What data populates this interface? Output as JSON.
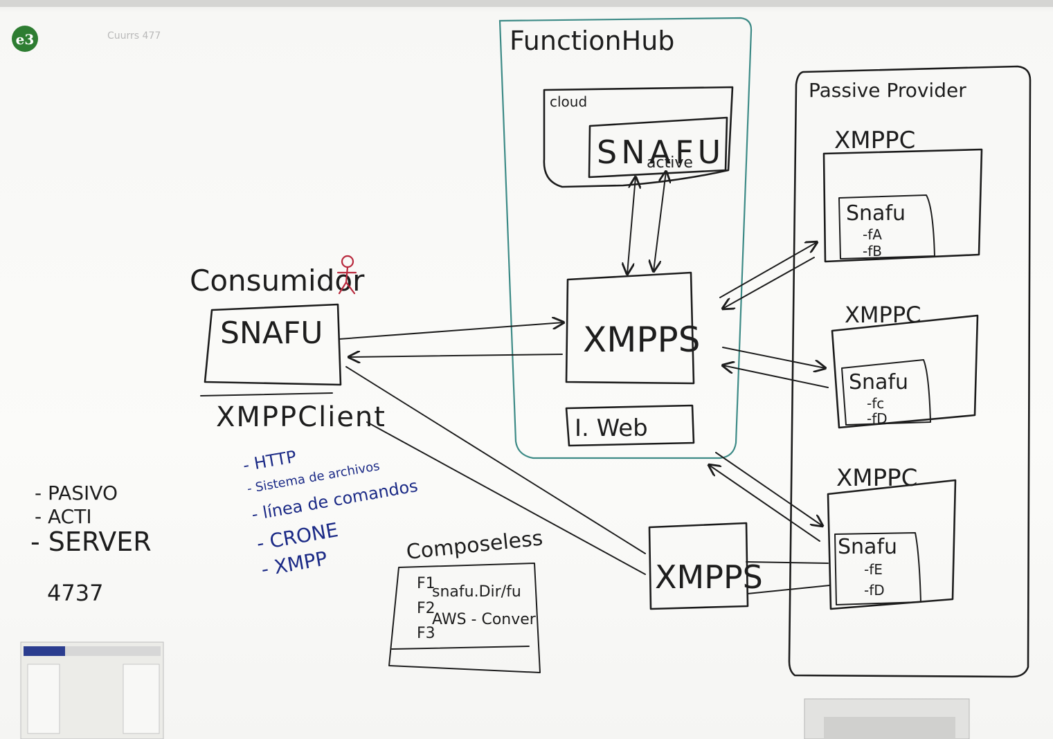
{
  "logo_text": "e3",
  "faint_corner_text": "Cuurrs 477",
  "function_hub": {
    "title": "FunctionHub",
    "cloud_label": "cloud",
    "snafu_label": "SNAFU",
    "snafu_sublabel": "active",
    "server_label": "XMPPS",
    "web_label": "I. Web"
  },
  "passive_provider": {
    "title": "Passive Provider",
    "clients": [
      {
        "label": "XMPPC",
        "snafu": "Snafu",
        "functions": [
          "-fA",
          "-fB"
        ]
      },
      {
        "label": "XMPPC",
        "snafu": "Snafu",
        "functions": [
          "-fc",
          "-fD"
        ]
      },
      {
        "label": "XMPPC",
        "snafu": "Snafu",
        "functions": [
          "-fE",
          "-fD"
        ]
      }
    ]
  },
  "consumer": {
    "title": "Consumidor",
    "box_label": "SNAFU",
    "client_label": "XMPPClient",
    "options": [
      "- HTTP",
      "- Sistema de archivos",
      "- línea de comandos",
      "- CRONE",
      "- XMPP"
    ]
  },
  "modes": [
    "- PASIVO",
    "- ACTI",
    "- SERVER"
  ],
  "code_note": "4737",
  "composeless": {
    "title": "Composeless",
    "lines": [
      "F1",
      "F2",
      "F3"
    ],
    "notes": [
      "snafu.Dir/fu",
      "AWS - Conver"
    ]
  },
  "xmpps_secondary": "XMPPS",
  "colors": {
    "ink": "#1c1c1c",
    "blue_ink": "#1b2a86",
    "red_ink": "#b8283c",
    "teal_ink": "#3c8a86",
    "board": "#f7f7f5",
    "logo": "#2e7d32"
  }
}
